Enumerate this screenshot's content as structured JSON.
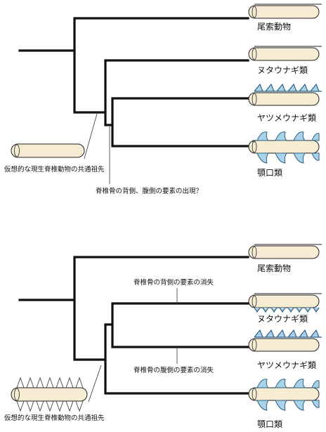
{
  "colors": {
    "notochord_fill": "#f5ecd3",
    "notochord_edge": "#222222",
    "vertebra_fill": "#a9d3ea",
    "vertebra_edge": "#2f5f80",
    "ancestor_spike_fill": "#ffffff"
  },
  "panels": [
    {
      "taxa": [
        "尾索動物",
        "ヌタウナギ類",
        "ヤツメウナギ類",
        "顎口類"
      ],
      "ancestor_label": "仮想的な現生脊椎動物の共通祖先",
      "events": [
        "脊椎骨の背側、腹側の要素の出現？"
      ]
    },
    {
      "taxa": [
        "尾索動物",
        "ヌタウナギ類",
        "ヤツメウナギ類",
        "顎口類"
      ],
      "ancestor_label": "仮想的な現生脊椎動物の共通祖先",
      "events": [
        "脊椎骨の背側の要素の消失",
        "脊椎骨の腹側の要素の消失"
      ]
    }
  ]
}
